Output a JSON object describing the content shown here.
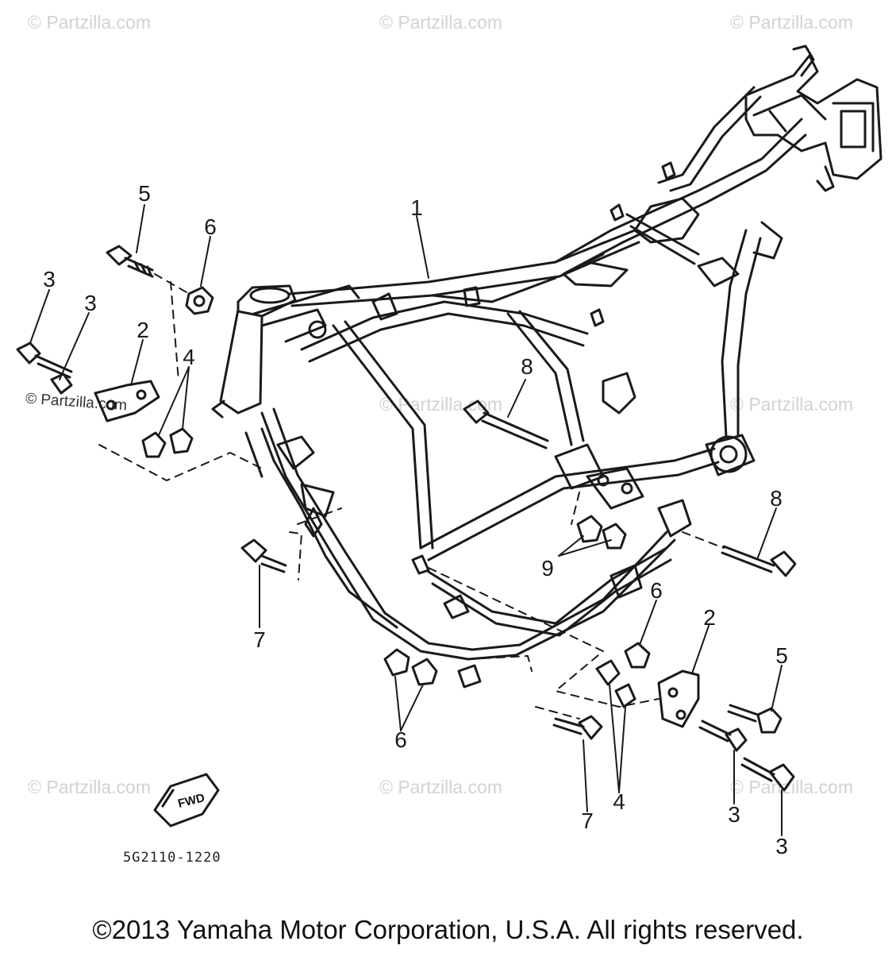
{
  "diagram": {
    "watermark_text": "© Partzilla.com",
    "callouts": [
      "1",
      "2",
      "2",
      "3",
      "3",
      "3",
      "3",
      "4",
      "4",
      "5",
      "5",
      "6",
      "6",
      "6",
      "7",
      "7",
      "8",
      "8",
      "9"
    ],
    "arrow_text": "FWD",
    "part_code": "5G2110-1220",
    "copyright": "©2013  Yamaha Motor Corporation, U.S.A. All rights reserved."
  },
  "colors": {
    "line": "#1a1a1a",
    "background": "#ffffff",
    "watermark": "#d2d2d2"
  }
}
